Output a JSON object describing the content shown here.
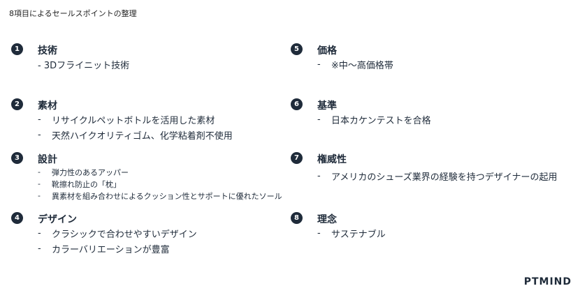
{
  "slide_title": "8項目によるセールスポイントの整理",
  "items": [
    {
      "number": "1",
      "heading": "技術",
      "bullets": [
        "- 3Dフライニット技術"
      ]
    },
    {
      "number": "2",
      "heading": "素材",
      "bullets": [
        "リサイクルペットボトルを活用した素材",
        "天然ハイクオリティゴム、化学粘着剤不使用"
      ]
    },
    {
      "number": "3",
      "heading": "設計",
      "bullets": [
        "弾力性のあるアッパー",
        "靴擦れ防止の「枕」",
        "異素材を組み合わせによるクッション性とサポートに優れたソール"
      ]
    },
    {
      "number": "4",
      "heading": "デザイン",
      "bullets": [
        "クラシックで合わせやすいデザイン",
        "カラーバリエーションが豊富"
      ]
    },
    {
      "number": "5",
      "heading": "価格",
      "bullets": [
        "※中〜高価格帯"
      ]
    },
    {
      "number": "6",
      "heading": "基準",
      "bullets": [
        "日本カケンテストを合格"
      ]
    },
    {
      "number": "7",
      "heading": "権威性",
      "bullets": [
        "アメリカのシューズ業界の経験を持つデザイナーの起用"
      ]
    },
    {
      "number": "8",
      "heading": "理念",
      "bullets": [
        "サステナブル"
      ]
    }
  ],
  "dash": "-",
  "logo": "PTMIND"
}
